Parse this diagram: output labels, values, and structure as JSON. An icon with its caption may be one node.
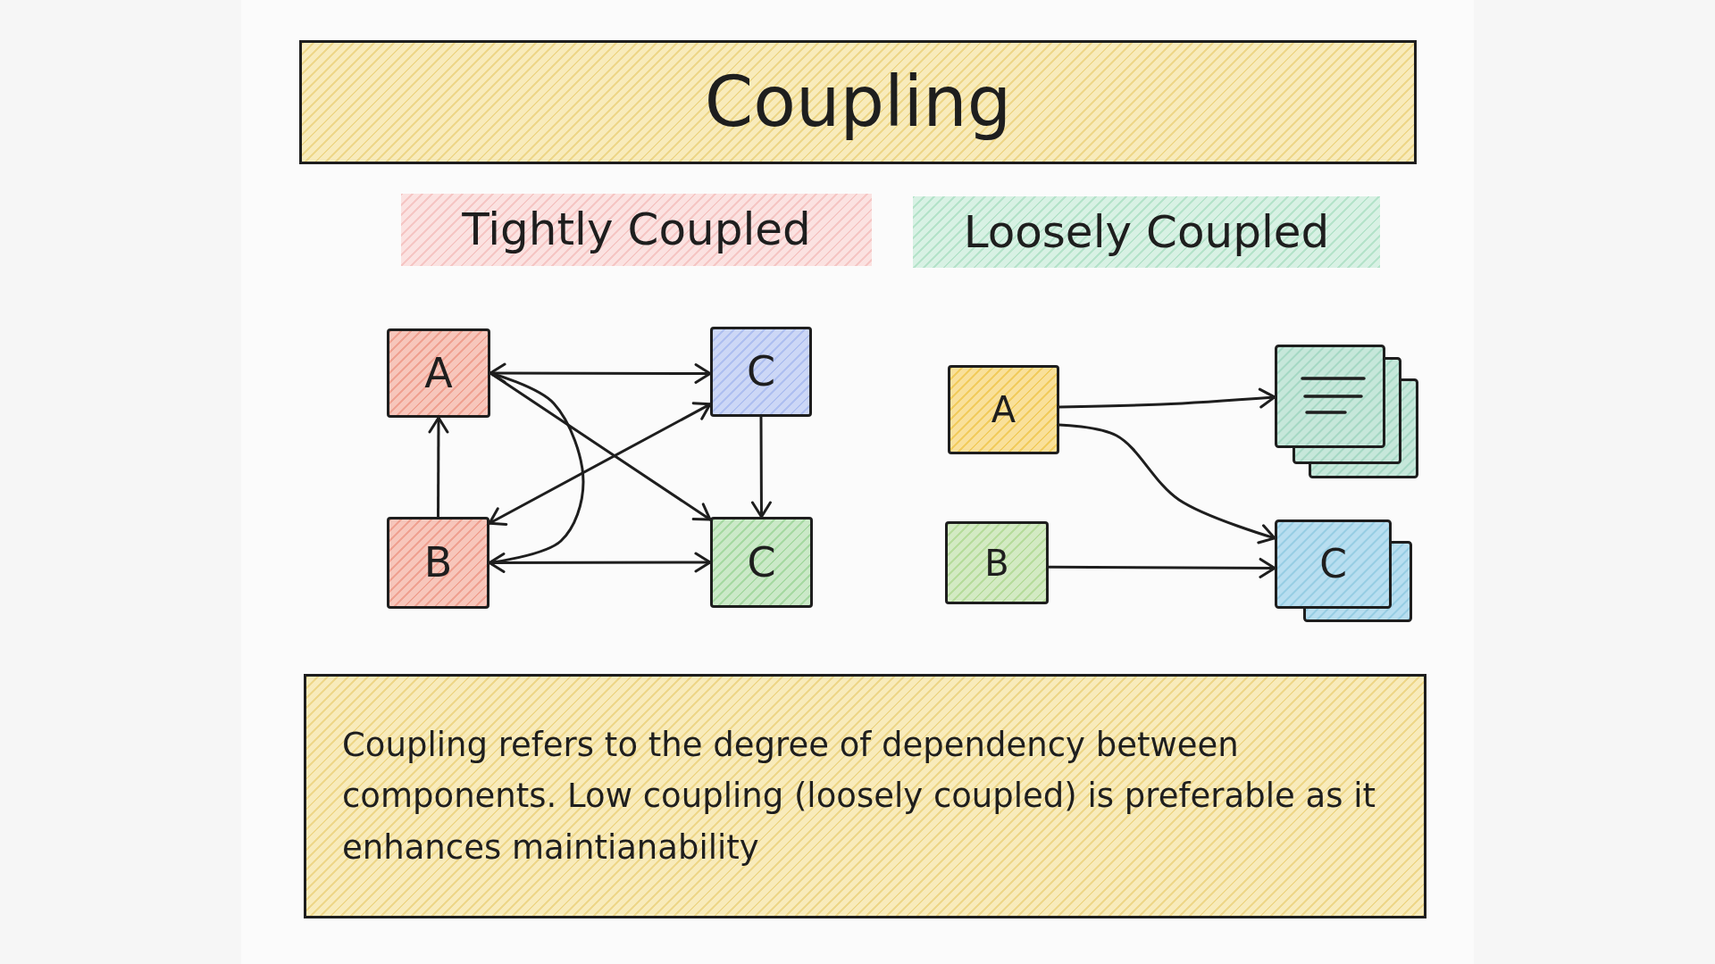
{
  "diagram": {
    "title": "Coupling",
    "nodes": [
      {
        "text": [
          "Tightly Coupled"
        ]
      },
      {
        "text": [
          "Loosely Coupled"
        ]
      },
      {
        "text": [
          "A"
        ]
      },
      {
        "text": [
          "C"
        ]
      },
      {
        "text": [
          "B"
        ]
      },
      {
        "text": [
          "C"
        ]
      },
      {
        "text": [
          "A"
        ]
      },
      {
        "text": [],
        "shape": "picture"
      },
      {
        "text": [
          "B"
        ]
      },
      {
        "text": [
          "C"
        ]
      }
    ],
    "edges": [
      {
        "from": 2,
        "to": 3,
        "arrow": "both"
      },
      {
        "from": 2,
        "to": 5,
        "arrow": "to"
      },
      {
        "from": 4,
        "to": 3,
        "arrow": "both"
      },
      {
        "from": 2,
        "to": 4,
        "arrow": "none"
      },
      {
        "from": 4,
        "to": 5,
        "arrow": "both"
      },
      {
        "from": 4,
        "to": 2,
        "arrow": "to"
      },
      {
        "from": 3,
        "to": 5,
        "arrow": "to"
      },
      {
        "from": 6,
        "to": 7,
        "arrow": "to"
      },
      {
        "from": 6,
        "to": 9,
        "arrow": "to"
      },
      {
        "from": 8,
        "to": 9,
        "arrow": "to"
      }
    ],
    "caption": "Coupling refers to the degree of dependency between components. Low coupling (loosely coupled) is preferable as it enhances maintianability"
  }
}
